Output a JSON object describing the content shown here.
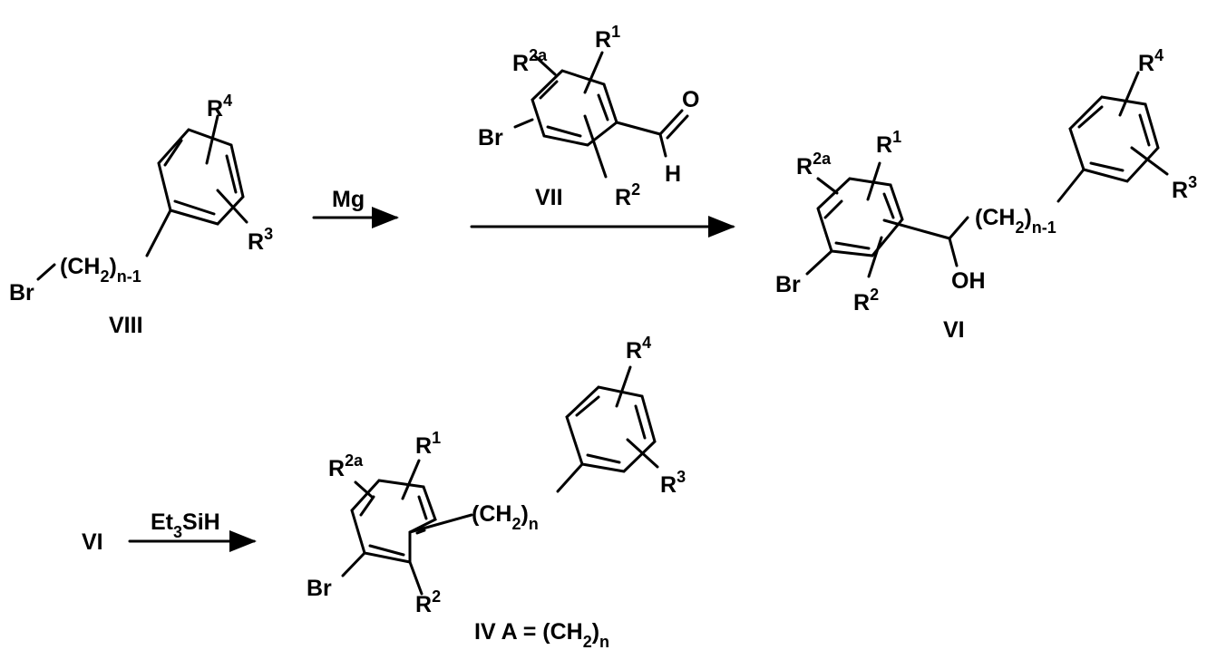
{
  "scheme": {
    "compound_VIII": {
      "id": "VIII",
      "R4": [
        {
          "t": "R"
        },
        {
          "t": "4",
          "s": "sup"
        }
      ],
      "R3": [
        {
          "t": "R"
        },
        {
          "t": "3",
          "s": "sup"
        }
      ],
      "chain": [
        {
          "t": "(CH"
        },
        {
          "t": "2",
          "s": "sub"
        },
        {
          "t": ")"
        },
        {
          "t": "n-1",
          "s": "sub"
        }
      ],
      "Br": [
        {
          "t": "Br"
        }
      ]
    },
    "step1": {
      "reagent": [
        {
          "t": "Mg"
        }
      ]
    },
    "compound_VII": {
      "id": "VII",
      "R1": [
        {
          "t": "R"
        },
        {
          "t": "1",
          "s": "sup"
        }
      ],
      "R2a": [
        {
          "t": "R"
        },
        {
          "t": "2a",
          "s": "sup"
        }
      ],
      "R2": [
        {
          "t": "R"
        },
        {
          "t": "2",
          "s": "sup"
        }
      ],
      "Br": [
        {
          "t": "Br"
        }
      ],
      "O": [
        {
          "t": "O"
        }
      ],
      "H": [
        {
          "t": "H"
        }
      ]
    },
    "compound_VI": {
      "id": "VI",
      "R1": [
        {
          "t": "R"
        },
        {
          "t": "1",
          "s": "sup"
        }
      ],
      "R2a": [
        {
          "t": "R"
        },
        {
          "t": "2a",
          "s": "sup"
        }
      ],
      "R2": [
        {
          "t": "R"
        },
        {
          "t": "2",
          "s": "sup"
        }
      ],
      "R3": [
        {
          "t": "R"
        },
        {
          "t": "3",
          "s": "sup"
        }
      ],
      "R4": [
        {
          "t": "R"
        },
        {
          "t": "4",
          "s": "sup"
        }
      ],
      "Br": [
        {
          "t": "Br"
        }
      ],
      "OH": [
        {
          "t": "OH"
        }
      ],
      "chain": [
        {
          "t": "(CH"
        },
        {
          "t": "2",
          "s": "sub"
        },
        {
          "t": ")"
        },
        {
          "t": "n-1",
          "s": "sub"
        }
      ]
    },
    "step2": {
      "start": "VI",
      "reagent": [
        {
          "t": "Et"
        },
        {
          "t": "3",
          "s": "sub"
        },
        {
          "t": "SiH"
        }
      ]
    },
    "compound_IV": {
      "R1": [
        {
          "t": "R"
        },
        {
          "t": "1",
          "s": "sup"
        }
      ],
      "R2a": [
        {
          "t": "R"
        },
        {
          "t": "2a",
          "s": "sup"
        }
      ],
      "R2": [
        {
          "t": "R"
        },
        {
          "t": "2",
          "s": "sup"
        }
      ],
      "R3": [
        {
          "t": "R"
        },
        {
          "t": "3",
          "s": "sup"
        }
      ],
      "R4": [
        {
          "t": "R"
        },
        {
          "t": "4",
          "s": "sup"
        }
      ],
      "Br": [
        {
          "t": "Br"
        }
      ],
      "chain": [
        {
          "t": "(CH"
        },
        {
          "t": "2",
          "s": "sub"
        },
        {
          "t": ")"
        },
        {
          "t": "n",
          "s": "sub"
        }
      ],
      "caption": [
        {
          "t": "IV  A = (CH"
        },
        {
          "t": "2",
          "s": "sub"
        },
        {
          "t": ")"
        },
        {
          "t": "n",
          "s": "sub"
        }
      ]
    }
  }
}
